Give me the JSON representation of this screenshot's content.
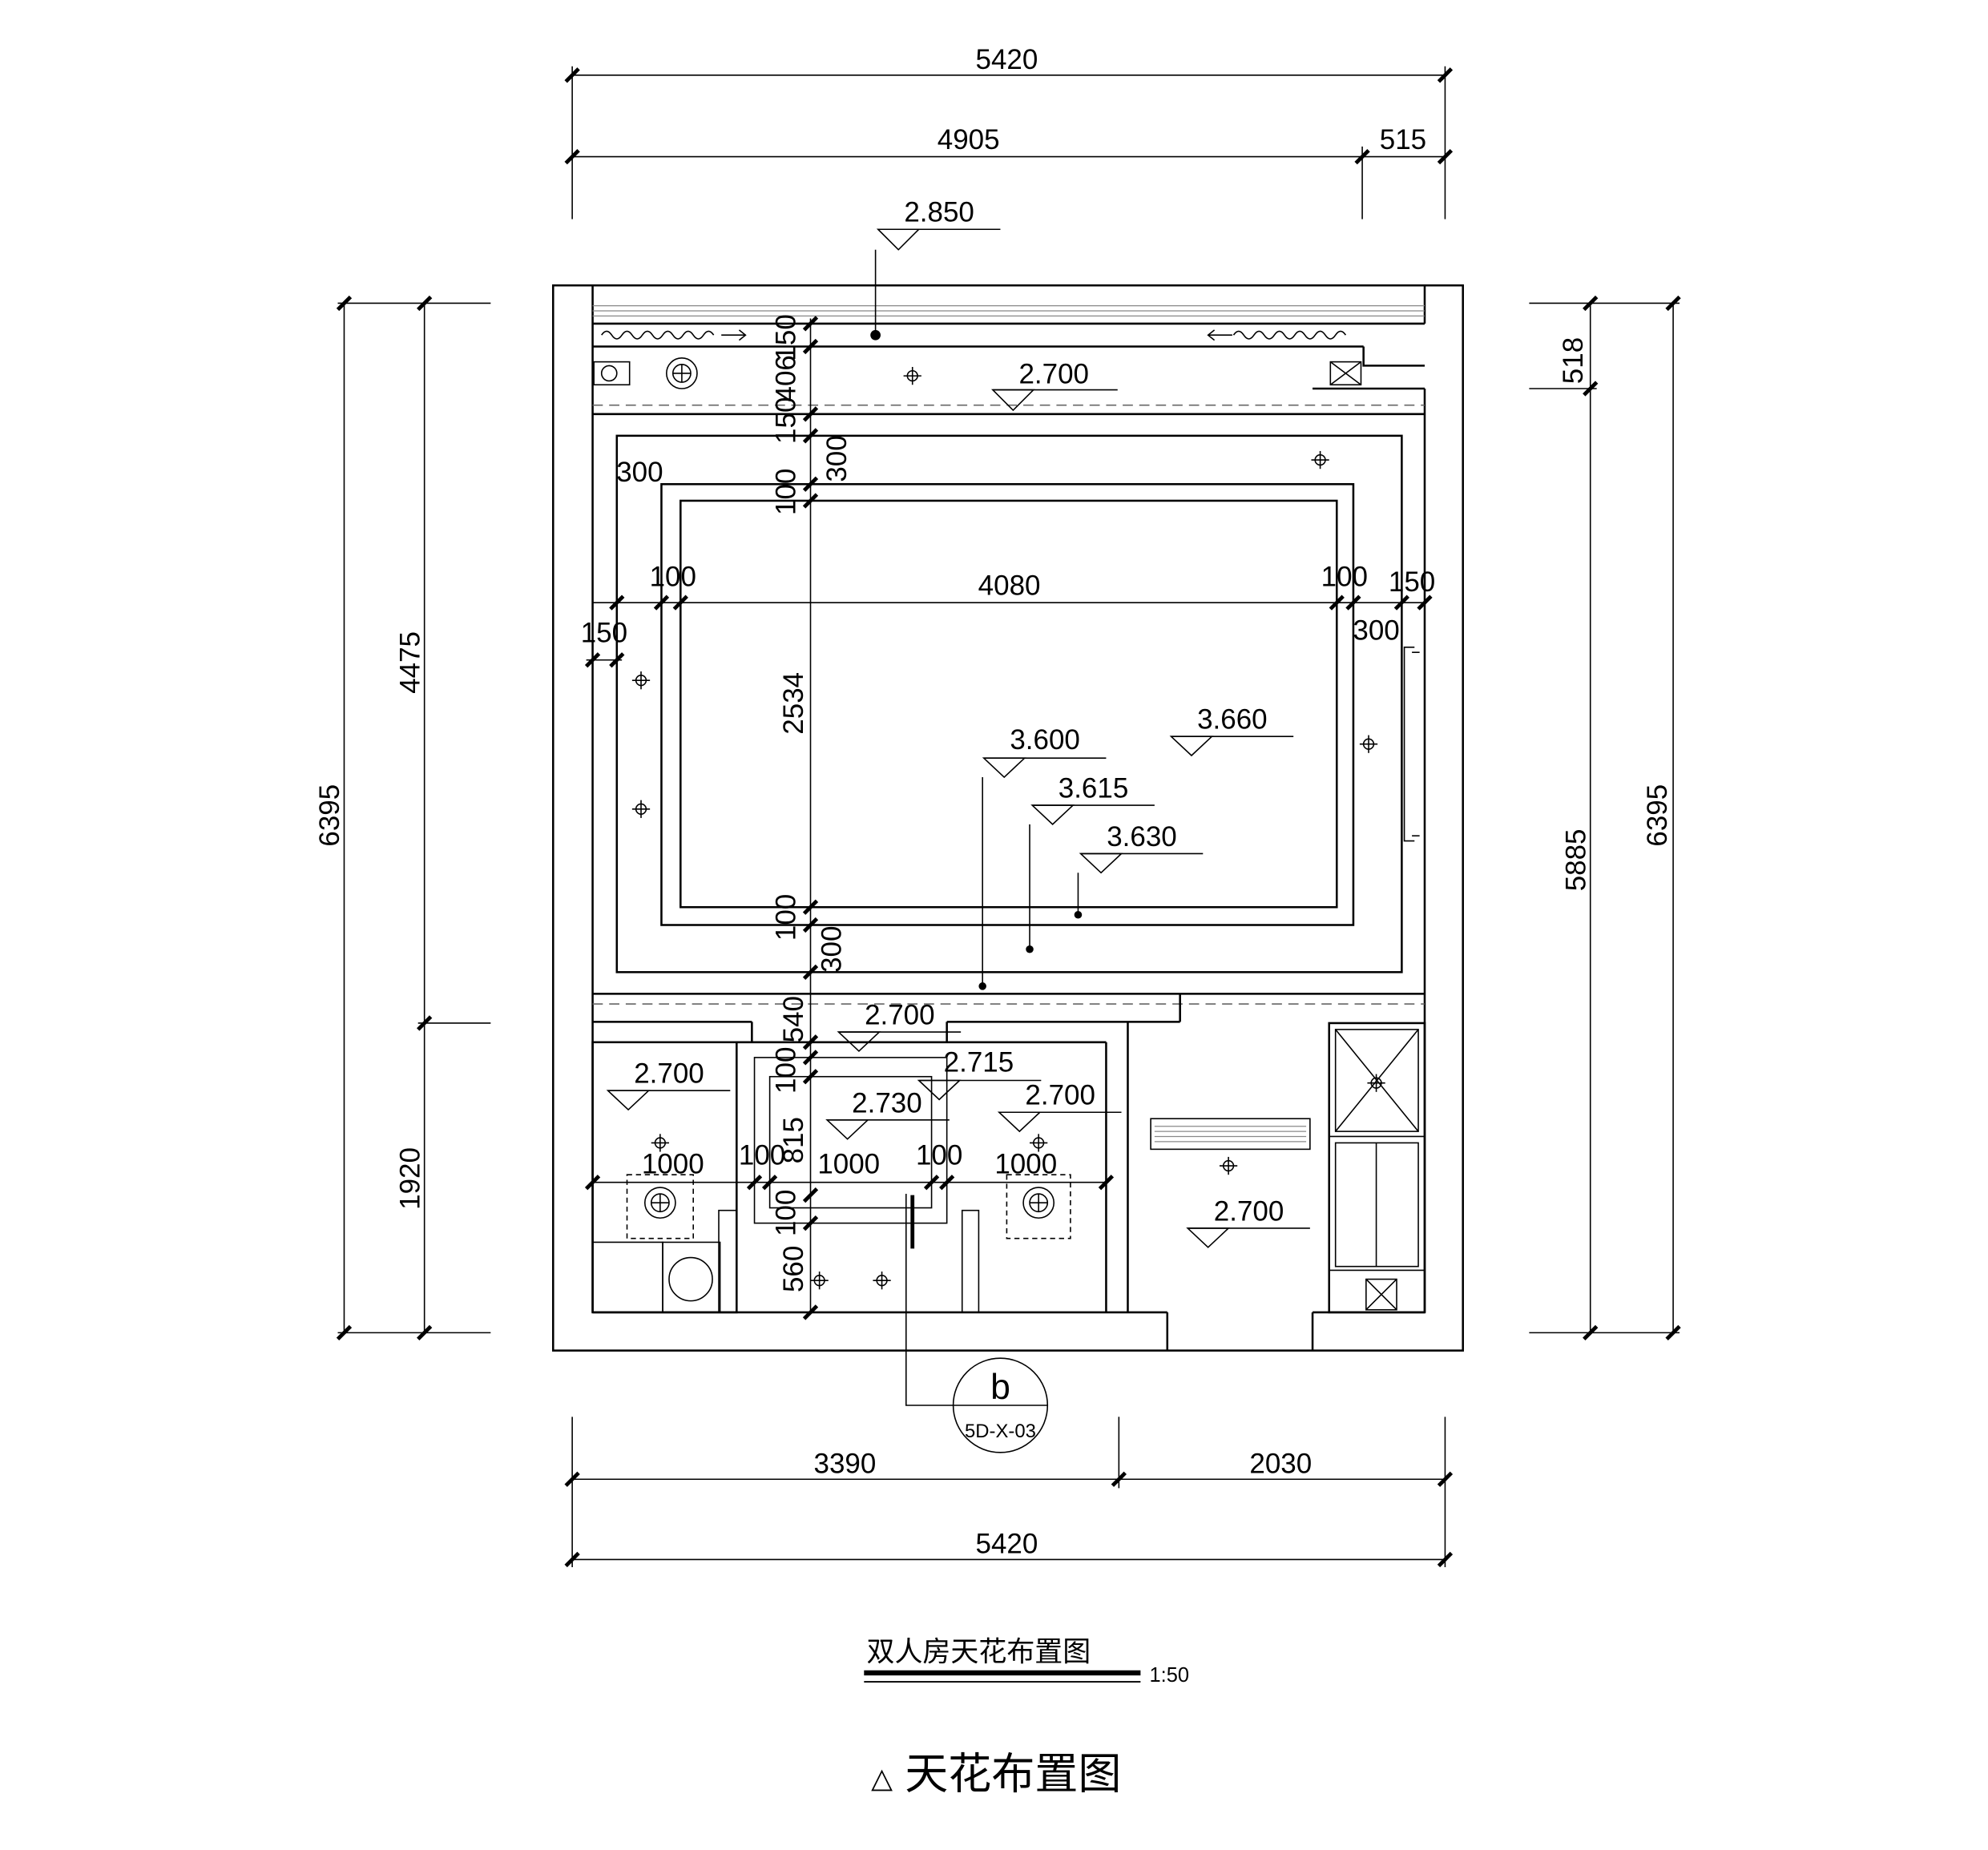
{
  "drawing": {
    "title": "双人房天花布置图",
    "scale": "1:50",
    "caption_marker": "△",
    "caption": "天花布置图"
  },
  "outer_dims": {
    "top_total": "5420",
    "top_main": "4905",
    "top_right": "515",
    "left_total": "6395",
    "left_upper": "4475",
    "left_lower": "1920",
    "right_top": "518",
    "right_main": "5885",
    "right_total": "6395",
    "bottom_left": "3390",
    "bottom_right": "2030",
    "bottom_total": "5420"
  },
  "inner_dims": {
    "v_150_a": "150",
    "v_406": "406",
    "v_150_b": "150",
    "v_300_a": "300",
    "v_100_a": "100",
    "v_2534": "2534",
    "v_100_b": "100",
    "v_300_b": "300",
    "v_540": "540",
    "v_100_c": "100",
    "v_815": "815",
    "v_100_d": "100",
    "v_560": "560",
    "h_300_left": "300",
    "h_100_left": "100",
    "h_4080": "4080",
    "h_100_right": "100",
    "h_150_right": "150",
    "h_150_left": "150",
    "h_300_right": "300",
    "h_1000_a": "1000",
    "h_100_c": "100",
    "h_1000_b": "1000",
    "h_100_d": "100",
    "h_1000_c": "1000"
  },
  "elevations": {
    "curtain_box": "2.850",
    "top_strip": "2.700",
    "ceiling_1": "3.600",
    "ceiling_2": "3.615",
    "ceiling_3": "3.630",
    "ceiling_4": "3.660",
    "corridor": "2.700",
    "corridor_2": "2.715",
    "corridor_3": "2.730",
    "bath_left": "2.700",
    "bath_right": "2.700",
    "entry": "2.700"
  },
  "section_marker": {
    "letter": "b",
    "ref": "5D-X-03"
  }
}
